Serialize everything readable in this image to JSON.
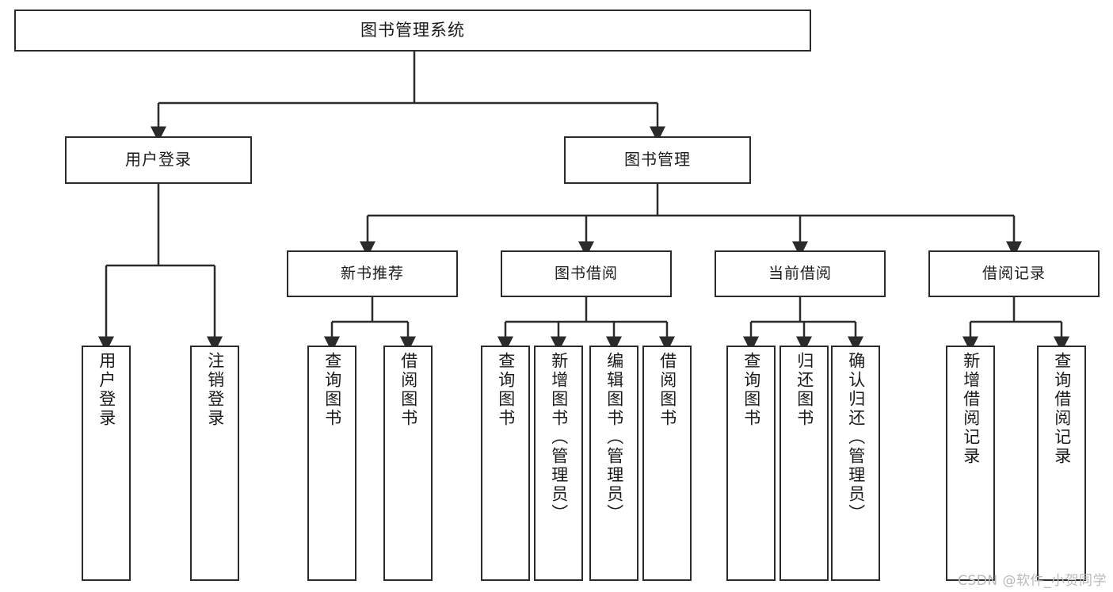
{
  "diagram": {
    "title": "图书管理系统",
    "watermark": "CSDN @软件_小贺同学",
    "line_color": "#2b2b2b",
    "box_fill": "#ffffff",
    "text_color": "#1a1a1a",
    "watermark_color": "#b9b9b9"
  },
  "nodes": {
    "root": "图书管理系统",
    "tier1": [
      "用户登录",
      "图书管理"
    ],
    "tier2": [
      "新书推荐",
      "图书借阅",
      "当前借阅",
      "借阅记录"
    ],
    "leaves": {
      "user_login": [
        "用户登录",
        "注销登录"
      ],
      "new_book": [
        "查询图书",
        "借阅图书"
      ],
      "book_borrow": [
        "查询图书",
        "新增图书（管理员）",
        "编辑图书（管理员）",
        "借阅图书"
      ],
      "current_borrow": [
        "查询图书",
        "归还图书",
        "确认归还（管理员）"
      ],
      "borrow_record": [
        "新增借阅记录",
        "查询借阅记录"
      ]
    }
  }
}
